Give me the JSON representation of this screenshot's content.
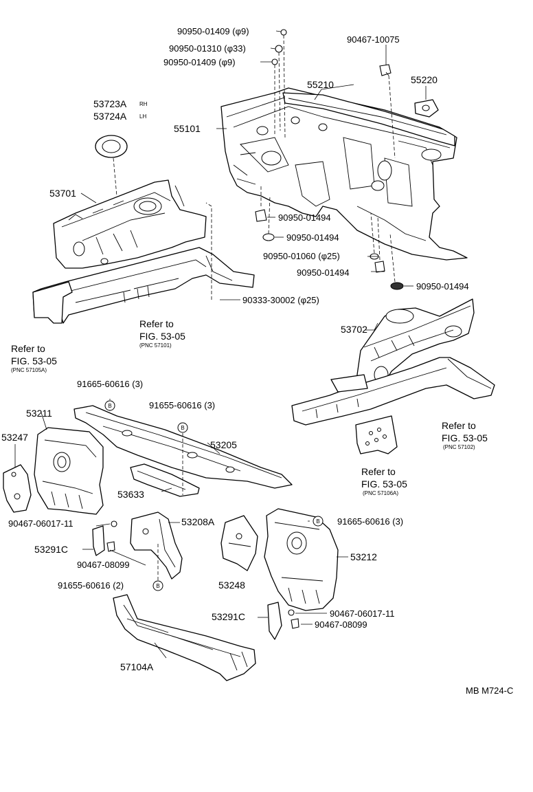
{
  "labels": {
    "p90950_01409_a": "90950-01409 (φ9)",
    "p90950_01310": "90950-01310 (φ33)",
    "p90950_01409_b": "90950-01409 (φ9)",
    "p90467_10075": "90467-10075",
    "p55210": "55210",
    "p55220": "55220",
    "p53723a": "53723A",
    "p53723a_sup": "RH",
    "p53724a": "53724A",
    "p53724a_sup": "LH",
    "p55101": "55101",
    "p53701": "53701",
    "p90950_01494_a": "90950-01494",
    "p90950_01494_b": "90950-01494",
    "p90950_01060": "90950-01060 (φ25)",
    "p90950_01494_c": "90950-01494",
    "p90950_01494_d": "90950-01494",
    "p90333_30002": "90333-30002 (φ25)",
    "p53702": "53702",
    "p91665_60616_a": "91665-60616 (3)",
    "p91655_60616_a": "91655-60616 (3)",
    "p53211": "53211",
    "p53247": "53247",
    "p53205": "53205",
    "p53633": "53633",
    "p90467_06017_a": "90467-06017-11",
    "p53208a": "53208A",
    "p91665_60616_b": "91665-60616 (3)",
    "p53291c_a": "53291C",
    "p90467_08099_a": "90467-08099",
    "p53212": "53212",
    "p91655_60616_b": "91655-60616 (2)",
    "p53248": "53248",
    "p53291c_b": "53291C",
    "p90467_06017_b": "90467-06017-11",
    "p90467_08099_b": "90467-08099",
    "p57104a": "57104A",
    "code": "MB M724-C",
    "b_marker": "B"
  },
  "refs": {
    "r1": {
      "line1": "Refer to",
      "line2": "FIG. 53-05",
      "line3": "(PNC 57101)"
    },
    "r2": {
      "line1": "Refer to",
      "line2": "FIG. 53-05",
      "line3": "(PNC 57105A)"
    },
    "r3": {
      "line1": "Refer to",
      "line2": "FIG. 53-05",
      "line3": "(PNC 57102)"
    },
    "r4": {
      "line1": "Refer to",
      "line2": "FIG. 53-05",
      "line3": "(PNC 57106A)"
    }
  }
}
